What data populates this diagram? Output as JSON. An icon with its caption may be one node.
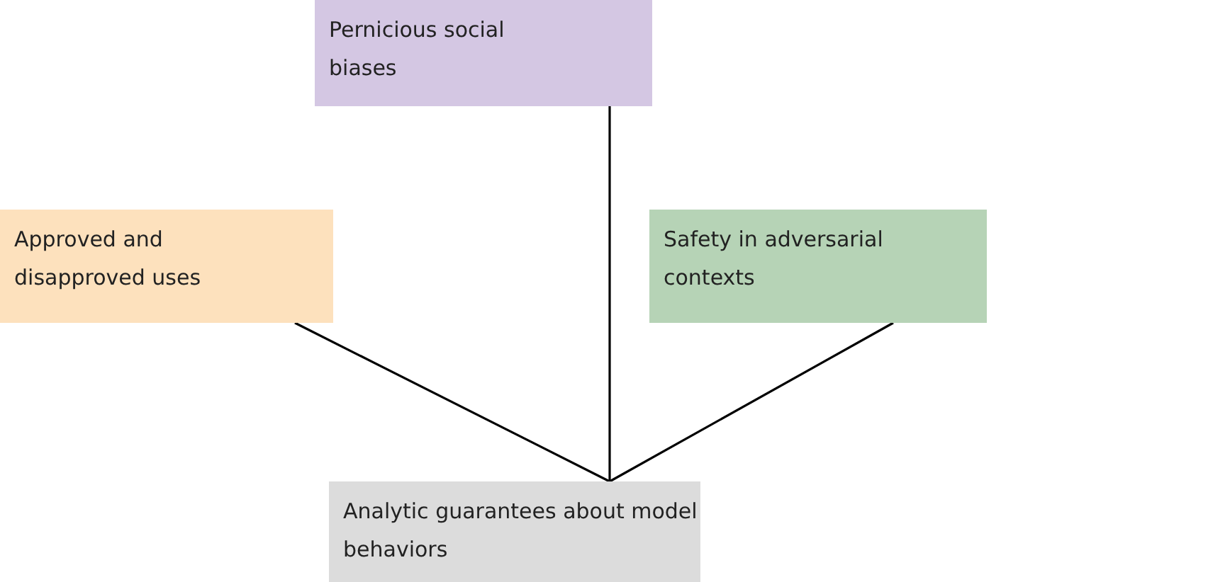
{
  "diagram": {
    "nodes": [
      {
        "text": [
          "Pernicious social biases"
        ]
      },
      {
        "text": [
          "Approved and disapproved uses"
        ]
      },
      {
        "text": [
          "Safety in adversarial contexts"
        ]
      },
      {
        "text": [
          "Analytic guarantees about model behaviors"
        ]
      }
    ],
    "edges": [
      {
        "from": 0,
        "to": 3,
        "arrow": "none"
      },
      {
        "from": 1,
        "to": 3,
        "arrow": "none"
      },
      {
        "from": 2,
        "to": 3,
        "arrow": "none"
      }
    ]
  }
}
